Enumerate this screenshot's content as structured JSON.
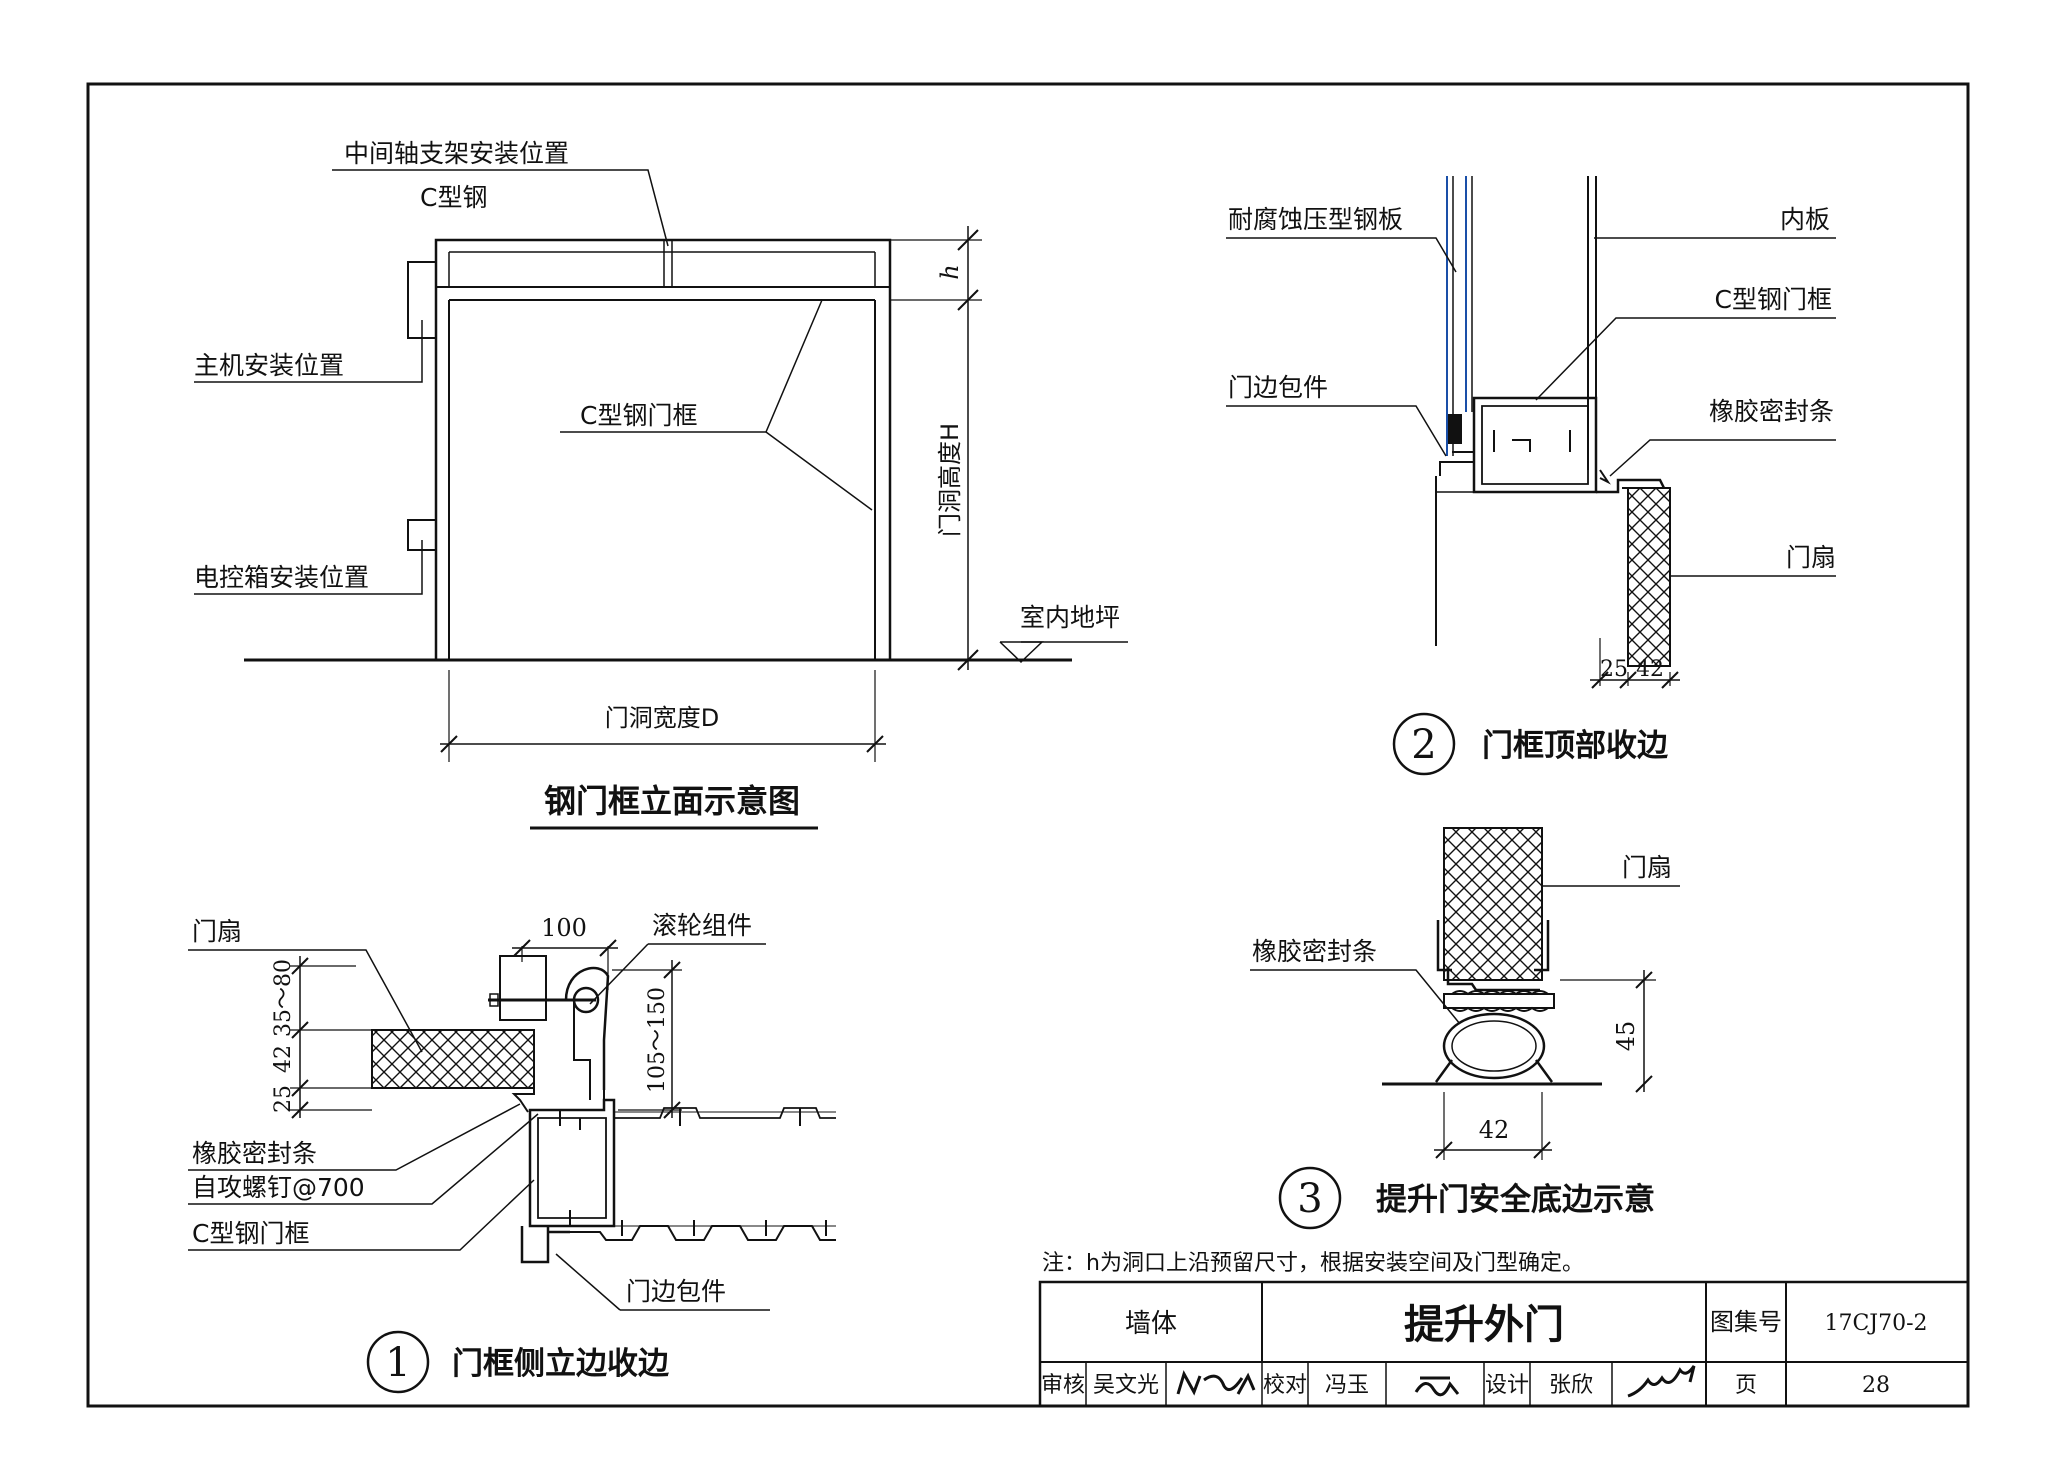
{
  "elevation": {
    "title": "钢门框立面示意图",
    "labels": {
      "mid_axle": "中间轴支架安装位置",
      "c_steel": "C型钢",
      "host": "主机安装位置",
      "c_frame": "C型钢门框",
      "control_box": "电控箱安装位置",
      "floor": "室内地坪",
      "h": "h",
      "height": "门洞高度H",
      "width": "门洞宽度D"
    }
  },
  "detail1": {
    "num": "1",
    "title": "门框侧立边收边",
    "labels": {
      "leaf": "门扇",
      "roller": "滚轮组件",
      "seal": "橡胶密封条",
      "screw": "自攻螺钉@700",
      "c_frame": "C型钢门框",
      "trim": "门边包件"
    },
    "dims": {
      "d100": "100",
      "d35_80": "35～80",
      "d42": "42",
      "d25": "25",
      "d105_150": "105～150"
    }
  },
  "detail2": {
    "num": "2",
    "title": "门框顶部收边",
    "labels": {
      "panel": "耐腐蚀压型钢板",
      "inner": "内板",
      "c_frame": "C型钢门框",
      "trim": "门边包件",
      "seal": "橡胶密封条",
      "leaf": "门扇"
    },
    "dims": {
      "d25": "25",
      "d42": "42"
    }
  },
  "detail3": {
    "num": "3",
    "title": "提升门安全底边示意",
    "labels": {
      "leaf": "门扇",
      "seal": "橡胶密封条"
    },
    "dims": {
      "d45": "45",
      "d42": "42"
    }
  },
  "note": "注：h为洞口上沿预留尺寸，根据安装空间及门型确定。",
  "titleblock": {
    "category": "墙体",
    "title": "提升外门",
    "atlas_label": "图集号",
    "atlas_no": "17CJ70-2",
    "review_label": "审核",
    "reviewer": "吴文光",
    "check_label": "校对",
    "checker": "冯玉",
    "design_label": "设计",
    "designer": "张欣",
    "page_label": "页",
    "page_no": "28"
  }
}
